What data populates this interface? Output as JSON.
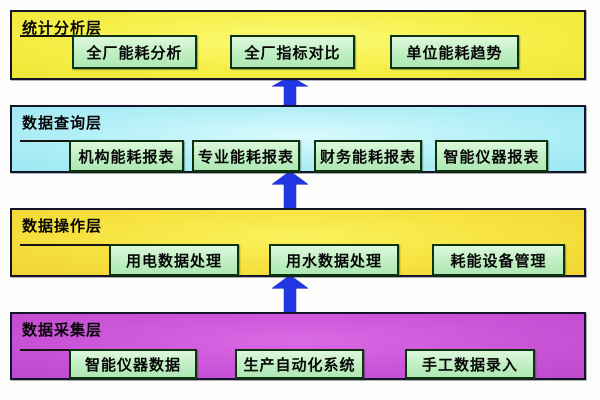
{
  "diagram": {
    "type": "layered-architecture",
    "layers": [
      {
        "title": "统计分析层",
        "boxes": [
          "全厂能耗分析",
          "全厂指标对比",
          "单位能耗趋势"
        ]
      },
      {
        "title": "数据查询层",
        "boxes": [
          "机构能耗报表",
          "专业能耗报表",
          "财务能耗报表",
          "智能仪器报表"
        ]
      },
      {
        "title": "数据操作层",
        "boxes": [
          "用电数据处理",
          "用水数据处理",
          "耗能设备管理"
        ]
      },
      {
        "title": "数据采集层",
        "boxes": [
          "智能仪器数据",
          "生产自动化系统",
          "手工数据录入"
        ]
      }
    ],
    "arrows": {
      "direction": "up",
      "count": 3,
      "color": "#2136e4"
    },
    "colors": {
      "layer_statistical_analysis": "#f6ef48",
      "layer_data_query": "#aeeef6",
      "layer_data_operation": "#f6e23f",
      "layer_data_collection": "#cb55d8",
      "box_fill": "#bdeec0",
      "box_border": "#0d330d",
      "layer_border": "#15152a",
      "text": "#060606",
      "background": "#fdfdfb"
    }
  }
}
